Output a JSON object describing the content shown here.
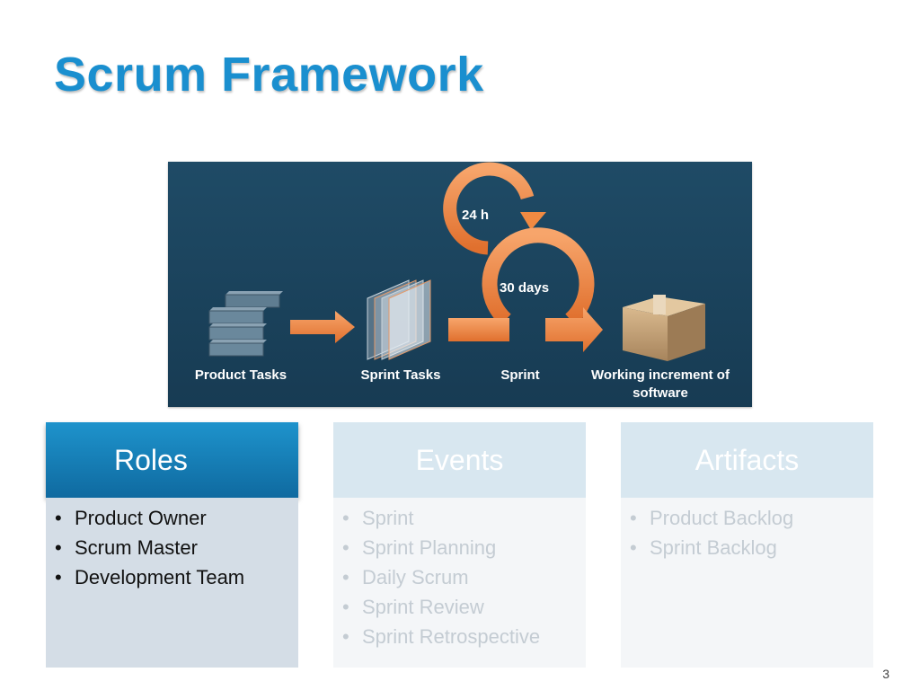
{
  "slide": {
    "title": "Scrum Framework",
    "page_number": "3"
  },
  "diagram": {
    "labels": {
      "product_tasks": "Product Tasks",
      "sprint_tasks": "Sprint Tasks",
      "sprint": "Sprint",
      "working_increment": "Working increment of software",
      "daily_cycle": "24 h",
      "sprint_cycle": "30 days"
    },
    "colors": {
      "background": "#1f4b66",
      "arrow": "#f0813d"
    }
  },
  "boxes": [
    {
      "title": "Roles",
      "active": true,
      "items": [
        "Product Owner",
        "Scrum Master",
        "Development Team"
      ]
    },
    {
      "title": "Events",
      "active": false,
      "items": [
        "Sprint",
        "Sprint Planning",
        "Daily Scrum",
        "Sprint Review",
        "Sprint Retrospective"
      ]
    },
    {
      "title": "Artifacts",
      "active": false,
      "items": [
        "Product Backlog",
        "Sprint Backlog"
      ]
    }
  ],
  "colors": {
    "title": "#1a8fcf",
    "active_header": "#1e93cc",
    "inactive_header": "#d8e7f0"
  }
}
